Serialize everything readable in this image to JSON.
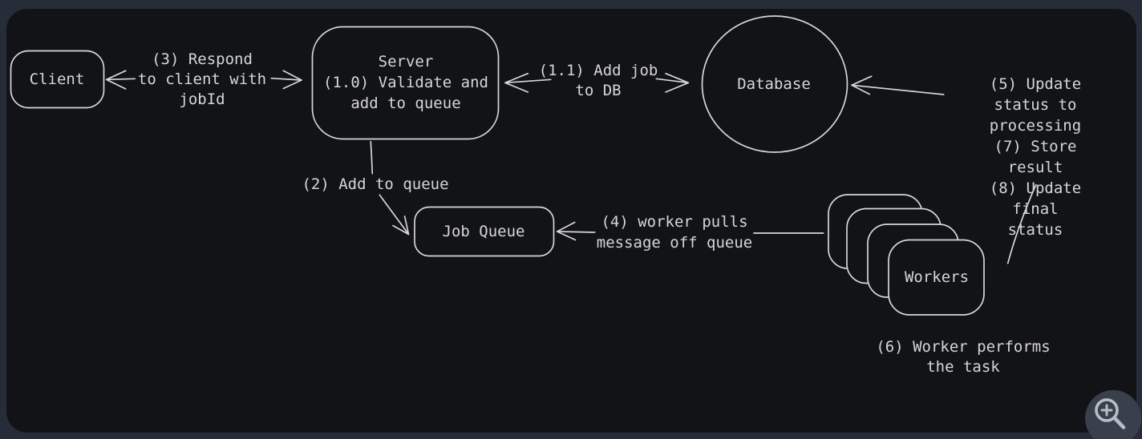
{
  "diagram": {
    "title": "job queue architecture diagram",
    "colors": {
      "frame_background": "#262d38",
      "canvas_background": "#121317",
      "stroke": "#d6d6d9",
      "zoom_button_background": "#39404c",
      "zoom_button_icon": "#b7bdc6"
    },
    "nodes": {
      "client": {
        "label": "Client",
        "shape": "rounded-rectangle"
      },
      "server": {
        "label": "Server\n(1.0) Validate and\nadd to queue",
        "shape": "rounded-rectangle"
      },
      "database": {
        "label": "Database",
        "shape": "circle"
      },
      "job_queue": {
        "label": "Job Queue",
        "shape": "rounded-rectangle"
      },
      "workers": {
        "label": "Workers",
        "shape": "stacked-rounded-rectangles",
        "stack_count": 4
      }
    },
    "edges": {
      "respond": {
        "label": "(3) Respond\nto client with\njobId",
        "from": "server",
        "to": "client"
      },
      "add_job_db": {
        "label": "(1.1) Add job\nto DB",
        "from": "server",
        "to": "database"
      },
      "add_queue": {
        "label": "(2) Add to queue",
        "from": "server",
        "to": "job_queue"
      },
      "worker_pulls": {
        "label": "(4) worker pulls\nmessage off queue",
        "from": "workers",
        "to": "job_queue"
      },
      "update_status": {
        "label": "(5) Update status to\nprocessing\n(7) Store result\n(8) Update final\nstatus",
        "from": "workers",
        "to": "database"
      },
      "worker_performs": {
        "label": "(6) Worker performs the task",
        "from": "workers",
        "to": "workers"
      }
    },
    "controls": {
      "zoom_in": {
        "icon": "zoom-in-icon"
      }
    }
  }
}
